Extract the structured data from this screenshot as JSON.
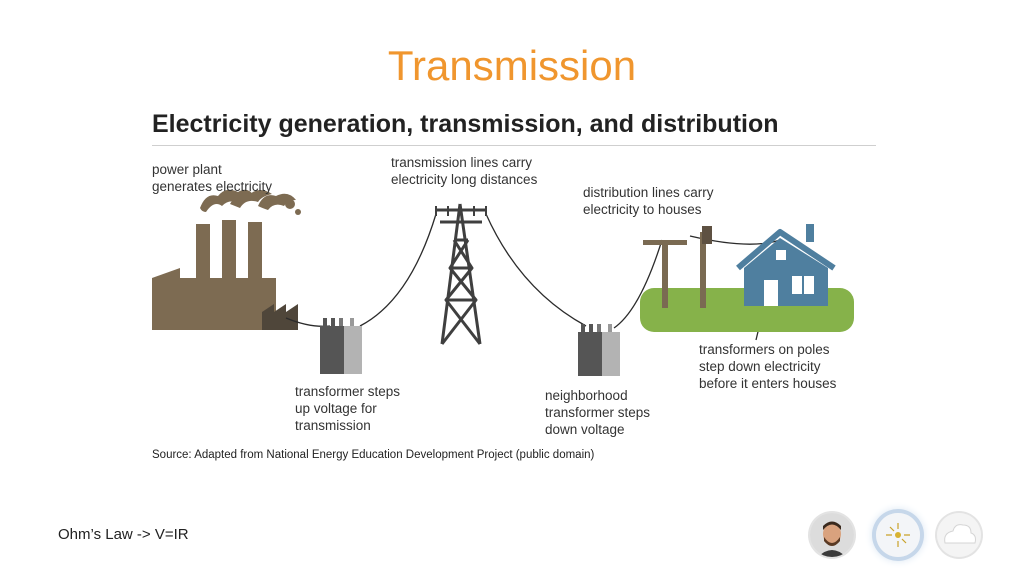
{
  "slide": {
    "title": "Transmission",
    "footer_note": "Ohm’s Law -> V=IR"
  },
  "diagram": {
    "heading": "Electricity generation, transmission, and distribution",
    "captions": {
      "power_plant": [
        "power plant",
        "generates electricity"
      ],
      "transmission_lines": [
        "transmission lines carry",
        "electricity long distances"
      ],
      "distribution_lines": [
        "distribution lines carry",
        "electricity to houses"
      ],
      "step_up": [
        "transformer steps",
        "up voltage for",
        "transmission"
      ],
      "neighborhood": [
        "neighborhood",
        "transformer steps",
        "down voltage"
      ],
      "poles": [
        "transformers on poles",
        "step down electricity",
        "before it enters houses"
      ]
    },
    "source": "Source: Adapted from National Energy Education Development Project (public domain)",
    "colors": {
      "plant": "#7d6b52",
      "factory": "#4f463a",
      "tower": "#3f3f3f",
      "transformer_dark": "#555555",
      "transformer_light": "#b3b3b3",
      "lawn": "#86b24a",
      "house": "#4f7f9f",
      "pole": "#7a6a52"
    }
  },
  "participants": [
    {
      "icon": "person-avatar-icon"
    },
    {
      "icon": "speaker-spark-avatar-icon"
    },
    {
      "icon": "cloud-avatar-icon"
    }
  ],
  "colors": {
    "title": "#f0962e"
  }
}
